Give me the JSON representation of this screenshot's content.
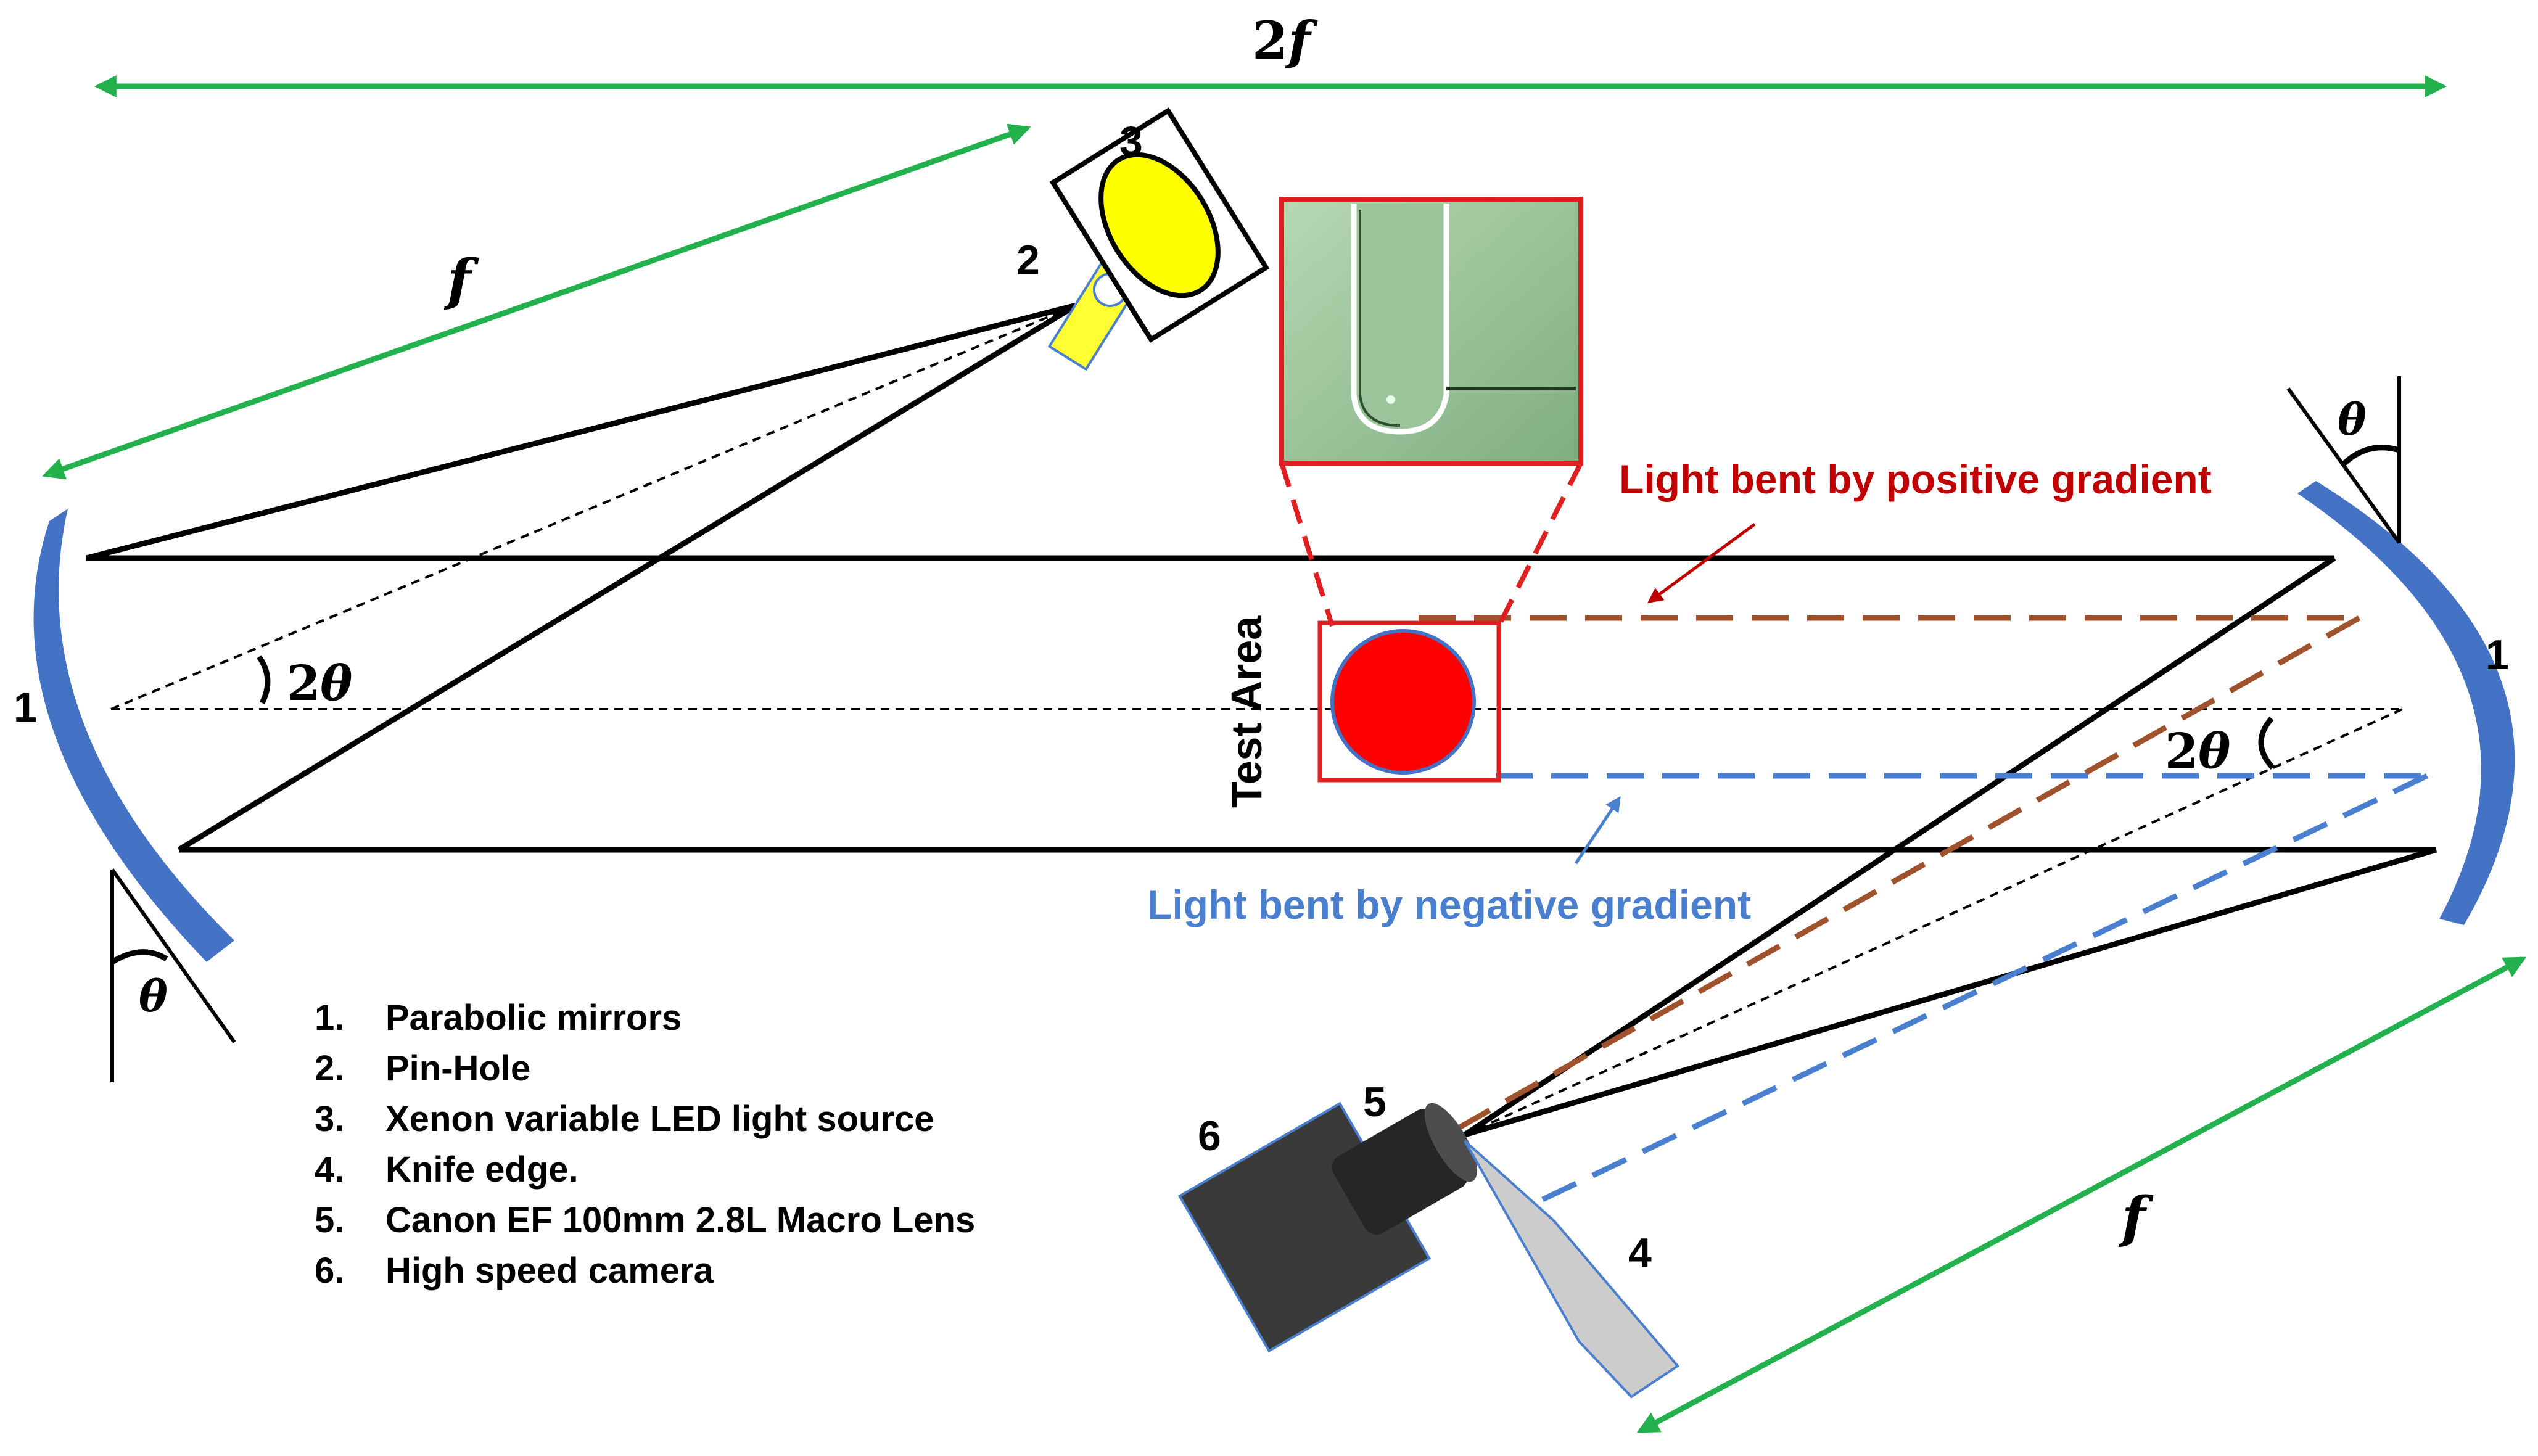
{
  "dimensions": {
    "top_span": "2",
    "top_span_symbol": "f",
    "upper_left_span": "f",
    "lower_right_span": "f",
    "angle_symbol": "θ",
    "double_angle_prefix": "2",
    "double_angle_symbol": "θ"
  },
  "components": {
    "left_mirror": "1",
    "right_mirror": "1",
    "pinhole": "2",
    "light_source": "3",
    "knife_edge": "4",
    "lens": "5",
    "camera": "6"
  },
  "test_area_label": "Test Area",
  "annotations": {
    "positive": "Light bent by positive gradient",
    "negative": "Light bent by negative gradient"
  },
  "legend": [
    {
      "num": "1.",
      "text": "Parabolic mirrors"
    },
    {
      "num": "2.",
      "text": "Pin-Hole"
    },
    {
      "num": "3.",
      "text": "Xenon variable LED light source"
    },
    {
      "num": "4.",
      "text": "Knife edge."
    },
    {
      "num": "5.",
      "text": "Canon EF 100mm 2.8L Macro Lens"
    },
    {
      "num": "6.",
      "text": "High speed camera"
    }
  ],
  "colors": {
    "dimension_arrow": "#22b14c",
    "mirror": "#4472c4",
    "test_object": "#ff0000",
    "highlight_box": "#e02020",
    "positive_ray": "#a0522d",
    "negative_ray": "#4a7fd0",
    "positive_text": "#c00000",
    "negative_text": "#4a7fd0",
    "pinhole_fill": "#ffff33",
    "camera_body": "#3a3a3a",
    "lens_body": "#262626",
    "knife_fill": "#cccccc",
    "inset_fill": "#8fbf8f"
  }
}
